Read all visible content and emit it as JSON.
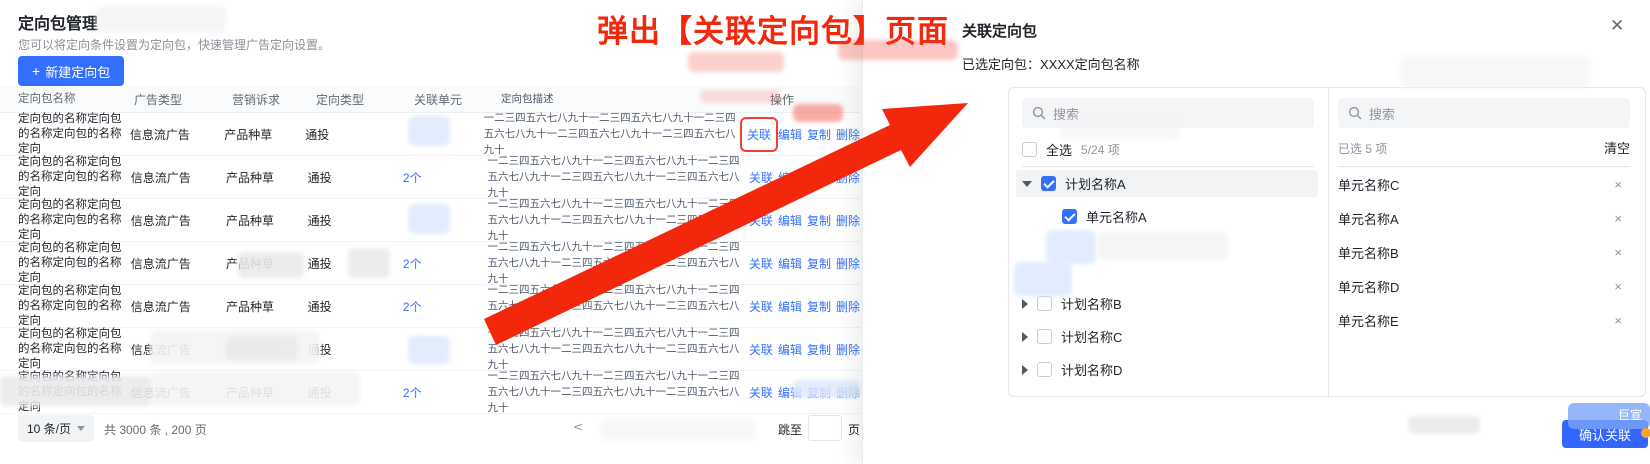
{
  "page": {
    "title": "定向包管理",
    "subtitle": "您可以将定向条件设置为定向包，快速管理广告定向设置。",
    "new_button_label": "新建定向包",
    "new_button_icon": "plus-icon"
  },
  "table": {
    "columns": [
      "定向包名称",
      "广告类型",
      "营销诉求",
      "定向类型",
      "关联单元",
      "定向包描述",
      "操作"
    ],
    "actions": [
      "关联",
      "编辑",
      "复制",
      "删除"
    ],
    "shared_description": "一二三四五六七八九十一二三四五六七八九十一二三四五六七八九十一二三四五六七八九十一二三四五六七八九十",
    "rows": [
      {
        "name": "定向包的名称定向包的名称定向包的名称定向",
        "ad_type": "信息流广告",
        "appeal": "产品种草",
        "target_type": "通投",
        "units": ""
      },
      {
        "name": "定向包的名称定向包的名称定向包的名称定向",
        "ad_type": "信息流广告",
        "appeal": "产品种草",
        "target_type": "通投",
        "units": "2个"
      },
      {
        "name": "定向包的名称定向包的名称定向包的名称定向",
        "ad_type": "信息流广告",
        "appeal": "产品种草",
        "target_type": "通投",
        "units": ""
      },
      {
        "name": "定向包的名称定向包的名称定向包的名称定向",
        "ad_type": "信息流广告",
        "appeal": "产品种草",
        "target_type": "通投",
        "units": "2个"
      },
      {
        "name": "定向包的名称定向包的名称定向包的名称定向",
        "ad_type": "信息流广告",
        "appeal": "产品种草",
        "target_type": "通投",
        "units": "2个"
      },
      {
        "name": "定向包的名称定向包的名称定向包的名称定向",
        "ad_type": "信息流广告",
        "appeal": "产品种草",
        "target_type": "通投",
        "units": ""
      },
      {
        "name": "定向包的名称定向包的名称定向包的名称定向",
        "ad_type": "信息流广告",
        "appeal": "产品种草",
        "target_type": "通投",
        "units": "2个"
      }
    ]
  },
  "pagination": {
    "page_size": "10 条/页",
    "total": "共 3000 条 , 200 页",
    "prev": "<",
    "jump_label": "跳至",
    "page_suffix": "页"
  },
  "annotation": {
    "text": "弹出【关联定向包】页面",
    "color": "#f2270c"
  },
  "drawer": {
    "title": "关联定向包",
    "close_icon": "✕",
    "selected_package": "已选定向包：XXXX定向包名称",
    "left_panel": {
      "search_placeholder": "搜索",
      "select_all_label": "全选",
      "select_all_count": "5/24 项",
      "tree": [
        {
          "caret": "down",
          "checked": true,
          "label": "计划名称A",
          "highlight": true,
          "indent": false,
          "gap_before": false
        },
        {
          "caret": "none",
          "checked": true,
          "label": "单元名称A",
          "highlight": false,
          "indent": true,
          "gap_before": false
        },
        {
          "caret": "right",
          "checked": false,
          "label": "计划名称B",
          "highlight": false,
          "indent": false,
          "gap_before": true
        },
        {
          "caret": "right",
          "checked": false,
          "label": "计划名称C",
          "highlight": false,
          "indent": false,
          "gap_before": false
        },
        {
          "caret": "right",
          "checked": false,
          "label": "计划名称D",
          "highlight": false,
          "indent": false,
          "gap_before": false
        }
      ]
    },
    "right_panel": {
      "search_placeholder": "搜索",
      "selected_count": "已选 5 项",
      "clear_label": "清空",
      "remove_icon": "×",
      "items": [
        "单元名称C",
        "单元名称A",
        "单元名称B",
        "单元名称D",
        "单元名称E"
      ]
    },
    "confirm_button": "确认关联",
    "watermark_text": "巨宣",
    "accent_color": "#3370ff"
  }
}
